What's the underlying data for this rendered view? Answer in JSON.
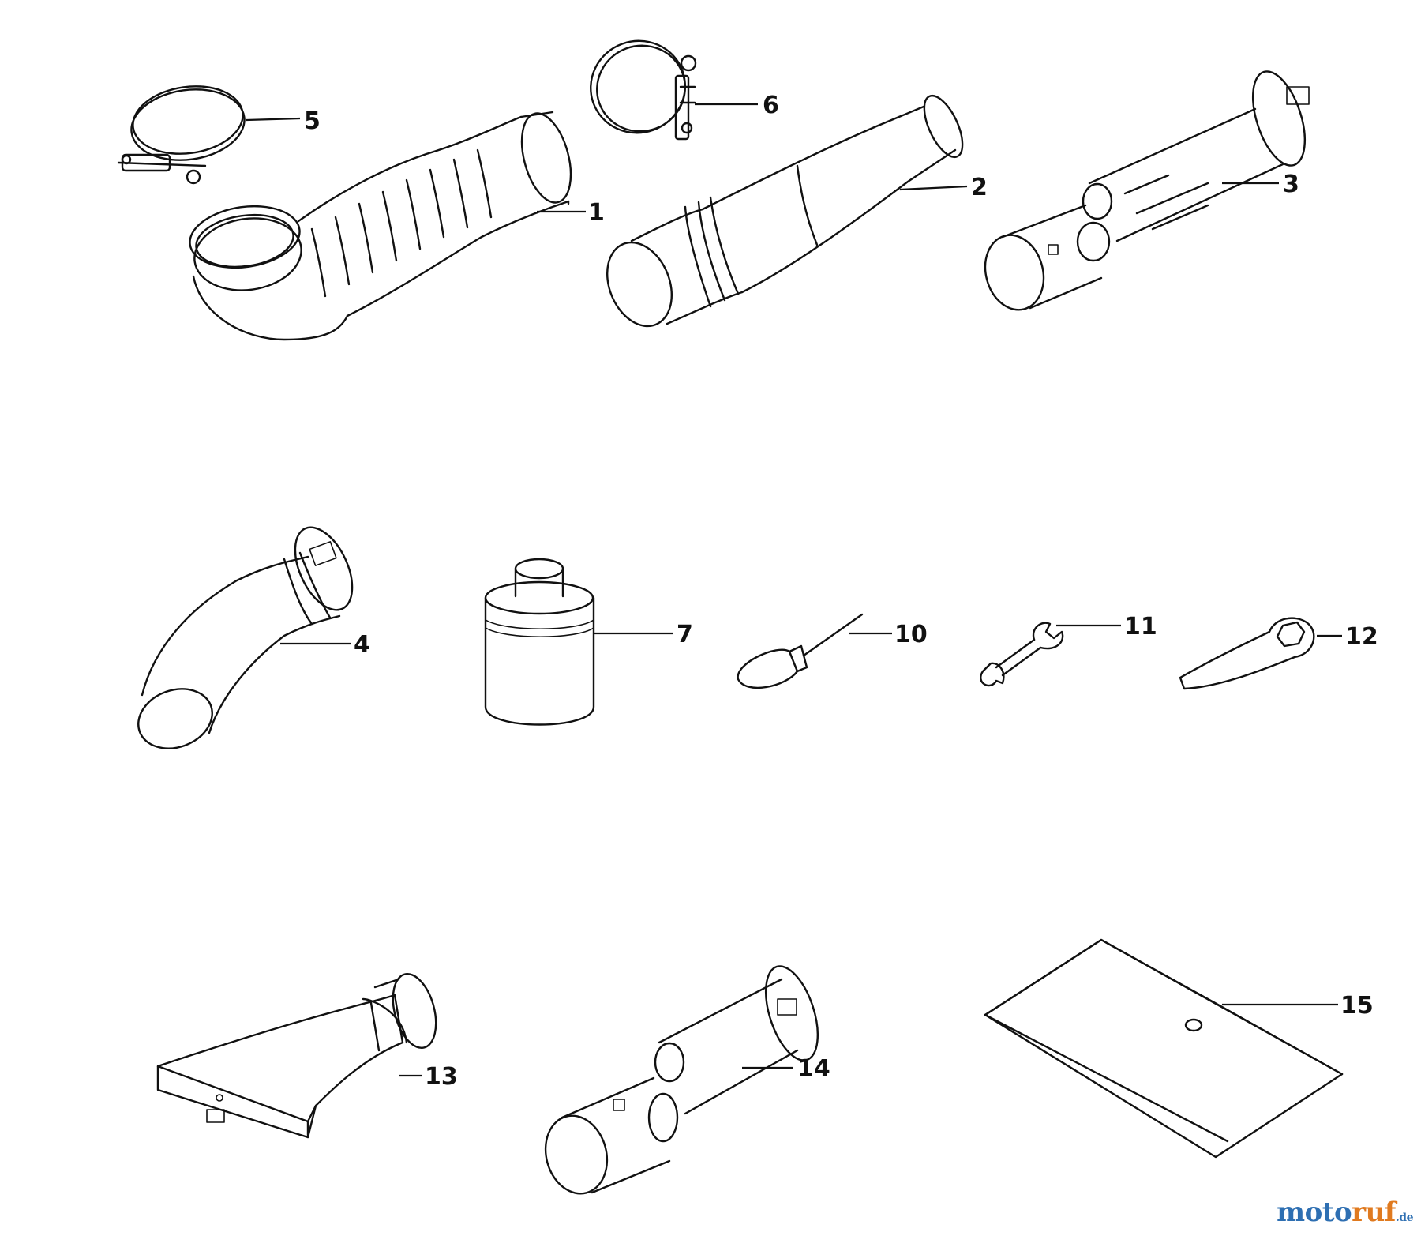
{
  "parts": [
    {
      "num": "1",
      "icon": "elbow-hose-icon"
    },
    {
      "num": "2",
      "icon": "blower-pipe-icon"
    },
    {
      "num": "3",
      "icon": "nozzle-pipe-set-icon"
    },
    {
      "num": "4",
      "icon": "curved-pipe-icon"
    },
    {
      "num": "5",
      "icon": "hose-clamp-icon"
    },
    {
      "num": "6",
      "icon": "hose-clamp-icon"
    },
    {
      "num": "7",
      "icon": "container-icon"
    },
    {
      "num": "10",
      "icon": "screwdriver-icon"
    },
    {
      "num": "11",
      "icon": "wrench-icon"
    },
    {
      "num": "12",
      "icon": "box-wrench-icon"
    },
    {
      "num": "13",
      "icon": "flat-nozzle-icon"
    },
    {
      "num": "14",
      "icon": "nozzle-pipe-set-icon"
    },
    {
      "num": "15",
      "icon": "envelope-icon"
    }
  ],
  "watermark": {
    "part1": "moto",
    "part2": "ruf",
    "part3": ".de"
  }
}
